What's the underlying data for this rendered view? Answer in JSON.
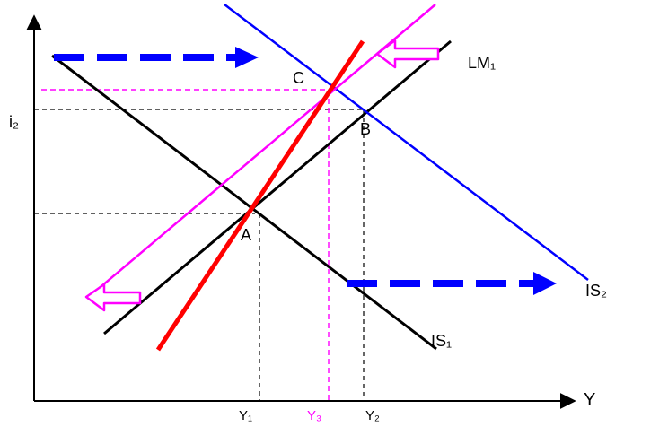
{
  "labels": {
    "point_a": "A",
    "point_b": "B",
    "point_c": "C",
    "y_axis_tick_i2": "i₂",
    "x_axis_title": "Y",
    "x_tick_y1": "Y₁",
    "x_tick_y3": "Y₃",
    "x_tick_y2": "Y₂",
    "curve_lm1": "LM₁",
    "curve_is1": "IS₁",
    "curve_is2": "IS₂"
  },
  "colors": {
    "axes": "#000000",
    "is_lm_curves": "#000000",
    "is2_curve": "#0000ff",
    "shift_arrows": "#0000ff",
    "magenta_lm": "#ff00ff",
    "red_curve": "#ff0000",
    "guides_black": "#000000",
    "guides_magenta": "#ff00ff"
  }
}
